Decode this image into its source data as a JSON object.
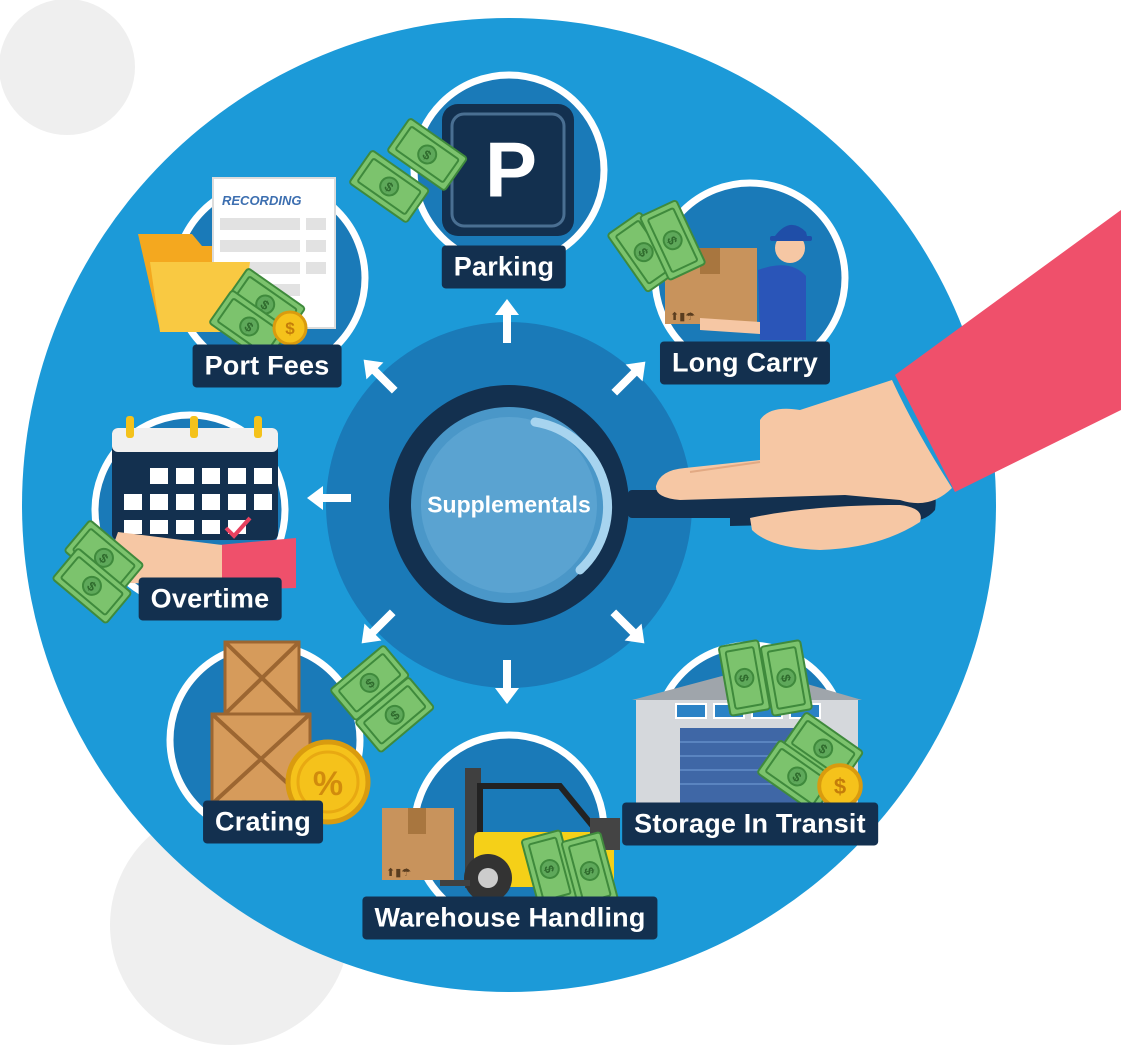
{
  "center": {
    "label": "Supplementals"
  },
  "items": [
    {
      "key": "parking",
      "label": "Parking",
      "icon": "parking-sign-icon"
    },
    {
      "key": "long-carry",
      "label": "Long Carry",
      "icon": "mover-carrying-box-icon"
    },
    {
      "key": "storage",
      "label": "Storage In Transit",
      "icon": "warehouse-icon"
    },
    {
      "key": "warehouse",
      "label": "Warehouse Handling",
      "icon": "forklift-icon"
    },
    {
      "key": "crating",
      "label": "Crating",
      "icon": "wooden-crates-icon"
    },
    {
      "key": "overtime",
      "label": "Overtime",
      "icon": "calendar-icon"
    },
    {
      "key": "port-fees",
      "label": "Port Fees",
      "icon": "document-folder-icon"
    }
  ],
  "icons": {
    "recording_text": "RECORDING",
    "parking_letter": "P"
  },
  "colors": {
    "main_circle": "#1c9ad8",
    "inner_ring": "#1a7ab8",
    "navy": "#13304f",
    "label_bg": "#13304f",
    "money_green": "#7cc36d",
    "sleeve_pink": "#ef506b",
    "skin": "#f6c7a4",
    "gold": "#f5c21b",
    "background_blob": "#efefef"
  }
}
